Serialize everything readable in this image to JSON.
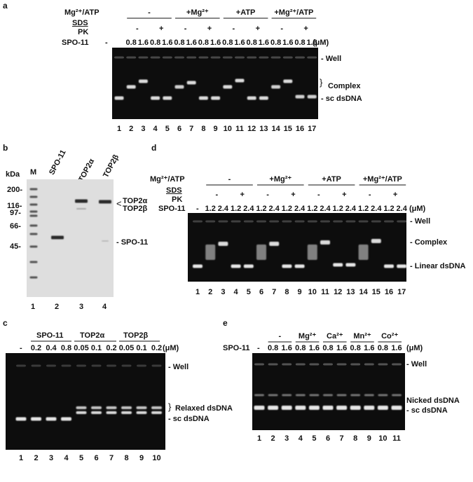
{
  "panels": {
    "a": {
      "letter": "a",
      "cond_label": "Mg²⁺/ATP",
      "sds_label": "SDS",
      "pk_label": "PK",
      "spo_label": "SPO-11",
      "unit": "(μM)",
      "groups": [
        "-",
        "+Mg²⁺",
        "+ATP",
        "+Mg²⁺/ATP"
      ],
      "sds_marks": [
        "-",
        "+"
      ],
      "dash": "-",
      "concs": [
        "0.8",
        "1.6"
      ],
      "lanes": [
        "1",
        "2",
        "3",
        "4",
        "5",
        "6",
        "7",
        "8",
        "9",
        "10",
        "11",
        "12",
        "13",
        "14",
        "15",
        "16",
        "17"
      ],
      "right_labels": [
        "- Well",
        "Complex",
        "- sc dsDNA"
      ]
    },
    "b": {
      "letter": "b",
      "kda": "kDa",
      "lane_heads": [
        "M",
        "SPO-11",
        "TOP2α",
        "TOP2β"
      ],
      "markers": [
        "200-",
        "116-",
        "97-",
        "66-",
        "45-"
      ],
      "right_labels": [
        "TOP2α",
        "TOP2β",
        "- SPO-11"
      ],
      "lanes": [
        "1",
        "2",
        "3",
        "4"
      ]
    },
    "c": {
      "letter": "c",
      "groups": [
        "SPO-11",
        "TOP2α",
        "TOP2β"
      ],
      "dash": "-",
      "concs": [
        "0.2",
        "0.4",
        "0.8",
        "0.05",
        "0.1",
        "0.2",
        "0.05",
        "0.1",
        "0.2"
      ],
      "unit": "(μM)",
      "lanes": [
        "1",
        "2",
        "3",
        "4",
        "5",
        "6",
        "7",
        "8",
        "9",
        "10"
      ],
      "right_labels": [
        "- Well",
        "Relaxed dsDNA",
        "- sc dsDNA"
      ]
    },
    "d": {
      "letter": "d",
      "cond_label": "Mg²⁺/ATP",
      "sds_label": "SDS",
      "pk_label": "PK",
      "spo_label": "SPO-11",
      "unit": "(μM)",
      "groups": [
        "-",
        "+Mg²⁺",
        "+ATP",
        "+Mg²⁺/ATP"
      ],
      "sds_marks": [
        "-",
        "+"
      ],
      "dash": "-",
      "concs": [
        "1.2",
        "2.4"
      ],
      "lanes": [
        "1",
        "2",
        "3",
        "4",
        "5",
        "6",
        "7",
        "8",
        "9",
        "10",
        "11",
        "12",
        "13",
        "14",
        "15",
        "16",
        "17"
      ],
      "right_labels": [
        "- Well",
        "- Complex",
        "- Linear dsDNA"
      ]
    },
    "e": {
      "letter": "e",
      "spo_label": "SPO-11",
      "groups": [
        "-",
        "Mg²⁺",
        "Ca²⁺",
        "Mn²⁺",
        "Co²⁺"
      ],
      "dash": "-",
      "concs": [
        "0.8",
        "1.6"
      ],
      "unit": "(μM)",
      "lanes": [
        "1",
        "2",
        "3",
        "4",
        "5",
        "6",
        "7",
        "8",
        "9",
        "10",
        "11"
      ],
      "right_labels": [
        "- Well",
        "Nicked dsDNA",
        "- sc dsDNA"
      ]
    }
  }
}
